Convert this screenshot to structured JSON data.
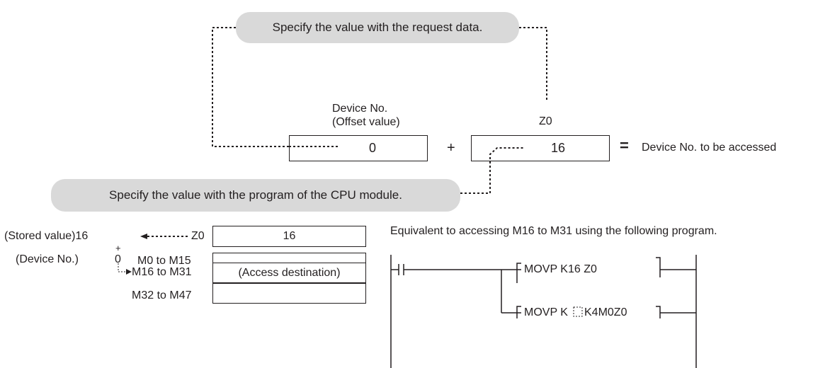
{
  "top": {
    "callout_request": "Specify the value with the request data.",
    "callout_program": "Specify the value with the program of the CPU module.",
    "device_label_line1": "Device No.",
    "device_label_line2": "(Offset value)",
    "z0_label": "Z0",
    "offset_value": "0",
    "plus": "+",
    "z0_value": "16",
    "equals": "=",
    "result_label": "Device No. to be accessed"
  },
  "bottom": {
    "stored_value_label": "(Stored value)16",
    "z0_register": "Z0",
    "z0_cell": "16",
    "plus": "+",
    "device_no_label": "(Device No.)",
    "device_no_value": "0",
    "rows": [
      {
        "label": "M0 to M15",
        "cell": ""
      },
      {
        "label": "M16 to M31",
        "cell": "(Access destination)"
      },
      {
        "label": "M32 to M47",
        "cell": ""
      }
    ],
    "equivalent_text": "Equivalent to accessing M16 to M31 using the following program.",
    "ladder": {
      "instr1": "MOVP  K16  Z0",
      "instr2_prefix": "MOVP K",
      "instr2_suffix": "K4M0Z0"
    }
  }
}
